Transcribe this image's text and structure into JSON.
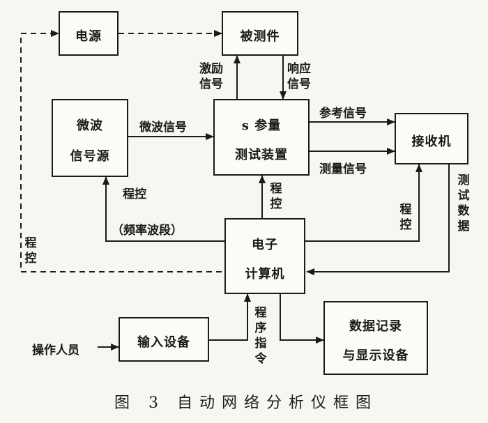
{
  "boxes": {
    "power": "电源",
    "dut": "被测件",
    "source_line1": "微波",
    "source_line2": "信号源",
    "sparam_line1": "s 参量",
    "sparam_line2": "测试装置",
    "receiver": "接收机",
    "computer_line1": "电子",
    "computer_line2": "计算机",
    "input": "输入设备",
    "record_line1": "数据记录",
    "record_line2": "与显示设备"
  },
  "labels": {
    "excitation": "激励信号",
    "response": "响应信号",
    "microwave_signal": "微波信号",
    "reference_signal": "参考信号",
    "measurement_signal": "测量信号",
    "test_data": "测试数据",
    "prog_control": "程控",
    "freq_band": "（频率波段）",
    "prog_instruction": "程序指令",
    "operator": "操作人员"
  },
  "caption": "图 3  自动网络分析仪框图"
}
